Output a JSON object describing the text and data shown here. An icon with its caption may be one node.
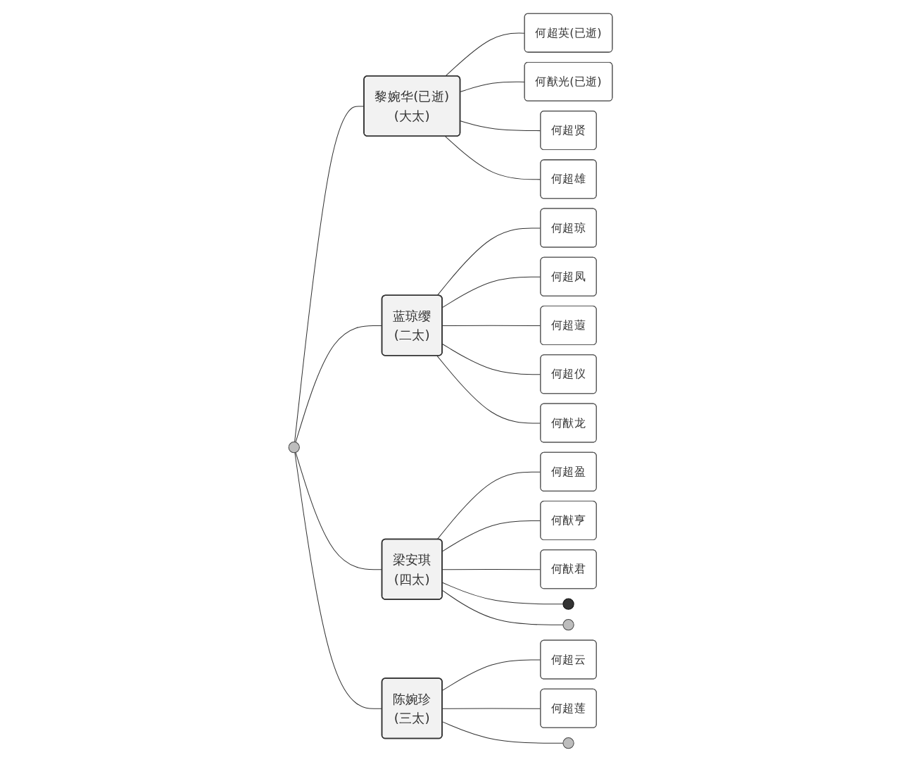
{
  "diagram": {
    "nodes": [
      {
        "text": [],
        "shape": "circle"
      },
      {
        "text": [
          "黎婉华(已逝)",
          "(大太)"
        ]
      },
      {
        "text": [
          "蓝琼缨",
          "(二太)"
        ]
      },
      {
        "text": [
          "梁安琪",
          "(四太)"
        ]
      },
      {
        "text": [
          "陈婉珍",
          "(三太)"
        ]
      },
      {
        "text": [
          "何超英(已逝)"
        ]
      },
      {
        "text": [
          "何猷光(已逝)"
        ]
      },
      {
        "text": [
          "何超贤"
        ]
      },
      {
        "text": [
          "何超雄"
        ]
      },
      {
        "text": [
          "何超琼"
        ]
      },
      {
        "text": [
          "何超凤"
        ]
      },
      {
        "text": [
          "何超蕸"
        ]
      },
      {
        "text": [
          "何超仪"
        ]
      },
      {
        "text": [
          "何猷龙"
        ]
      },
      {
        "text": [
          "何超盈"
        ]
      },
      {
        "text": [
          "何猷亨"
        ]
      },
      {
        "text": [
          "何猷君"
        ]
      },
      {
        "text": [],
        "shape": "person"
      },
      {
        "text": [],
        "shape": "circle"
      },
      {
        "text": [
          "何超云"
        ]
      },
      {
        "text": [
          "何超莲"
        ]
      },
      {
        "text": [],
        "shape": "circle"
      }
    ],
    "edges": [
      {
        "from": 0,
        "to": 1,
        "arrow": "none"
      },
      {
        "from": 0,
        "to": 2,
        "arrow": "none"
      },
      {
        "from": 0,
        "to": 3,
        "arrow": "none"
      },
      {
        "from": 0,
        "to": 4,
        "arrow": "none"
      },
      {
        "from": 1,
        "to": 5,
        "arrow": "none"
      },
      {
        "from": 1,
        "to": 6,
        "arrow": "none"
      },
      {
        "from": 1,
        "to": 7,
        "arrow": "none"
      },
      {
        "from": 1,
        "to": 8,
        "arrow": "none"
      },
      {
        "from": 2,
        "to": 9,
        "arrow": "none"
      },
      {
        "from": 2,
        "to": 10,
        "arrow": "none"
      },
      {
        "from": 2,
        "to": 11,
        "arrow": "none"
      },
      {
        "from": 2,
        "to": 12,
        "arrow": "none"
      },
      {
        "from": 2,
        "to": 13,
        "arrow": "none"
      },
      {
        "from": 3,
        "to": 14,
        "arrow": "none"
      },
      {
        "from": 3,
        "to": 15,
        "arrow": "none"
      },
      {
        "from": 3,
        "to": 16,
        "arrow": "none"
      },
      {
        "from": 3,
        "to": 17,
        "arrow": "none"
      },
      {
        "from": 3,
        "to": 18,
        "arrow": "none"
      },
      {
        "from": 4,
        "to": 19,
        "arrow": "none"
      },
      {
        "from": 4,
        "to": 20,
        "arrow": "none"
      },
      {
        "from": 4,
        "to": 21,
        "arrow": "none"
      }
    ]
  }
}
